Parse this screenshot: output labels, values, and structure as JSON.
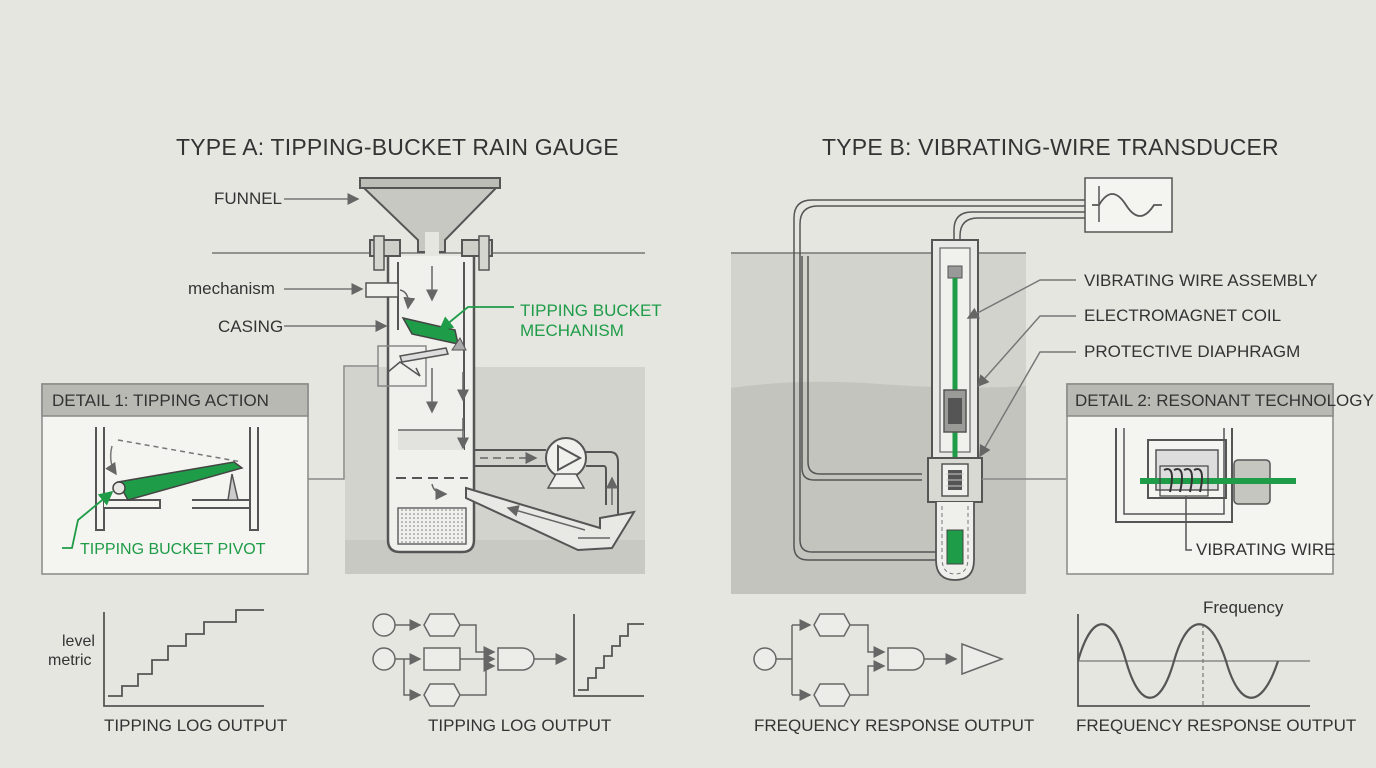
{
  "left": {
    "title": "TYPE A: TIPPING-BUCKET RAIN GAUGE",
    "labels": {
      "funnel": "FUNNEL",
      "mechanism": "mechanism",
      "casing": "CASING",
      "tipping_bucket_mechanism_line1": "TIPPING BUCKET",
      "tipping_bucket_mechanism_line2": "MECHANISM"
    },
    "detail": {
      "header": "DETAIL 1: TIPPING ACTION",
      "pivot_label": "TIPPING BUCKET PIVOT"
    },
    "chart": {
      "ylabel_line1": "level",
      "ylabel_line2": "metric",
      "caption": "TIPPING LOG OUTPUT"
    },
    "flow": {
      "caption": "TIPPING LOG OUTPUT"
    }
  },
  "right": {
    "title": "TYPE B: VIBRATING-WIRE TRANSDUCER",
    "labels": {
      "vibrating_wire_assembly": "VIBRATING WIRE ASSEMBLY",
      "electromagnet_coil": "ELECTROMAGNET COIL",
      "protective_diaphragm": "PROTECTIVE DIAPHRAGM"
    },
    "detail": {
      "header": "DETAIL 2: RESONANT TECHNOLOGY",
      "wire_label": "VIBRATING WIRE"
    },
    "flow": {
      "caption": "FREQUENCY RESPONSE  OUTPUT"
    },
    "chart": {
      "annotation": "Frequency",
      "caption": "FREQUENCY RESPONSE OUTPUT"
    }
  },
  "colors": {
    "accent_green": "#1e9c48",
    "line_gray": "#555555",
    "background": "#e6e6e1"
  }
}
